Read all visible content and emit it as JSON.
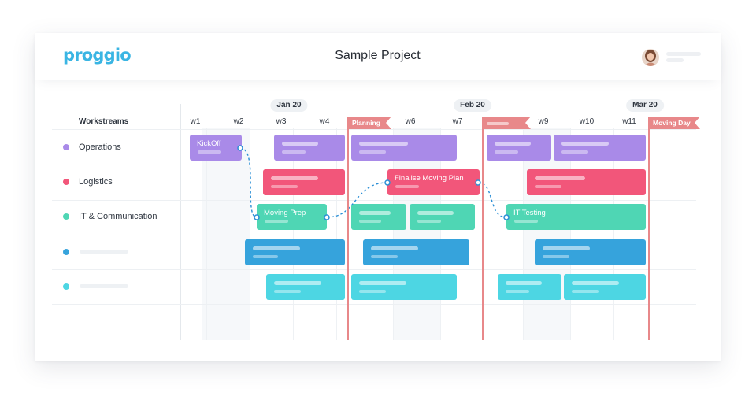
{
  "header": {
    "logo": "proggio",
    "title": "Sample Project"
  },
  "timeline": {
    "months": [
      "Jan 20",
      "Feb 20",
      "Mar 20"
    ],
    "weeks": [
      "w1",
      "w2",
      "w3",
      "w4",
      "w6",
      "w7",
      "w9",
      "w10",
      "w11"
    ]
  },
  "workstreams_header": "Workstreams",
  "rows": [
    {
      "label": "Operations",
      "color": "#a98ae8"
    },
    {
      "label": "Logistics",
      "color": "#f2567a"
    },
    {
      "label": "IT & Communication",
      "color": "#4fd6b4"
    },
    {
      "label": "",
      "color": "#36a3dc"
    },
    {
      "label": "",
      "color": "#4dd6e3"
    }
  ],
  "milestones": [
    "Planning",
    "",
    "Moving Day"
  ],
  "tasks": {
    "kickoff": "KickOff",
    "finalise_moving_plan": "Finalise Moving Plan",
    "moving_prep": "Moving Prep",
    "it_testing": "IT Testing"
  }
}
